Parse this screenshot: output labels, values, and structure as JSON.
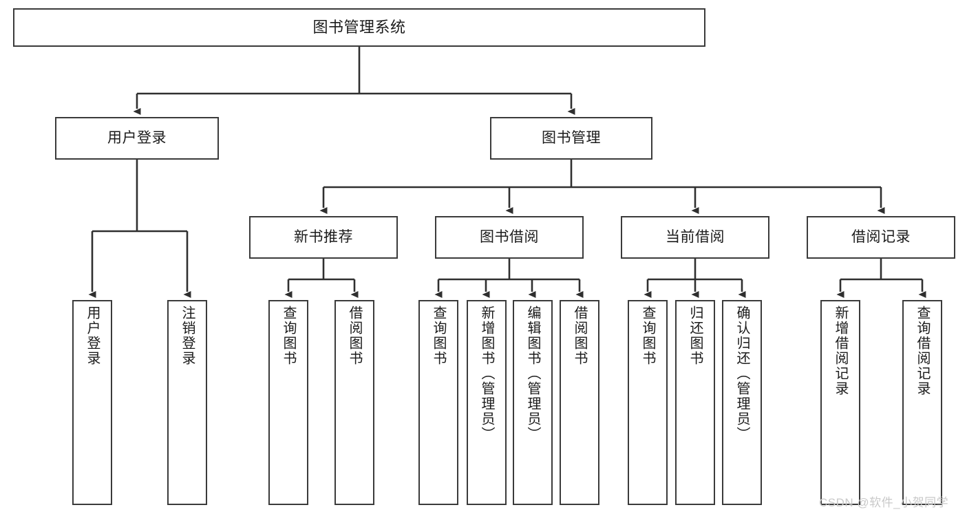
{
  "diagram": {
    "type": "tree",
    "title": "图书管理系统",
    "colors": {
      "box_border": "#3a3a3a",
      "box_fill": "#ffffff",
      "connector": "#2f2f2f",
      "text": "#1b1b1b",
      "watermark": "#c9c9c9",
      "background": "#ffffff"
    },
    "root": {
      "label": "图书管理系统"
    },
    "level2": [
      {
        "label": "用户登录"
      },
      {
        "label": "图书管理"
      }
    ],
    "level3": [
      {
        "label": "新书推荐"
      },
      {
        "label": "图书借阅"
      },
      {
        "label": "当前借阅"
      },
      {
        "label": "借阅记录"
      }
    ],
    "leaves": {
      "user_login": [
        {
          "label": "用户登录"
        },
        {
          "label": "注销登录"
        }
      ],
      "new_book_recommend": [
        {
          "label": "查询图书"
        },
        {
          "label": "借阅图书"
        }
      ],
      "book_borrow": [
        {
          "label": "查询图书"
        },
        {
          "label": "新增图书（管理员）"
        },
        {
          "label": "编辑图书（管理员）"
        },
        {
          "label": "借阅图书"
        }
      ],
      "current_borrow": [
        {
          "label": "查询图书"
        },
        {
          "label": "归还图书"
        },
        {
          "label": "确认归还（管理员）"
        }
      ],
      "borrow_record": [
        {
          "label": "新增借阅记录"
        },
        {
          "label": "查询借阅记录"
        }
      ]
    }
  },
  "watermark": {
    "text": "CSDN @软件_小贺同学"
  }
}
